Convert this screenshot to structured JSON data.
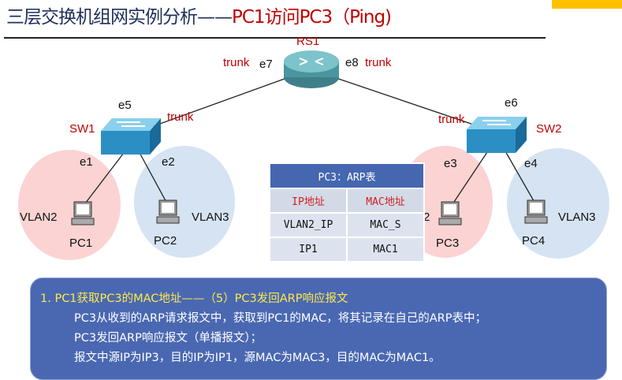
{
  "title": {
    "main": "三层交换机组网实例分析——",
    "highlight": "PC1访问PC3（Ping)"
  },
  "devices": {
    "router": "RS1",
    "sw1": "SW1",
    "sw2": "SW2",
    "pc1": "PC1",
    "pc2": "PC2",
    "pc3": "PC3",
    "pc4": "PC4"
  },
  "ports": {
    "e1": "e1",
    "e2": "e2",
    "e3": "e3",
    "e4": "e4",
    "e5": "e5",
    "e6": "e6",
    "e7": "e7",
    "e8": "e8"
  },
  "links": {
    "trunk": "trunk"
  },
  "vlans": {
    "left_pc1": "VLAN2",
    "left_pc2": "VLAN3",
    "right_pc3_partial": "2",
    "right_pc4": "VLAN3"
  },
  "arp_table": {
    "title": "PC3：ARP表",
    "headers": [
      "IP地址",
      "MAC地址"
    ],
    "rows": [
      [
        "VLAN2_IP",
        "MAC_S"
      ],
      [
        "IP1",
        "MAC1"
      ]
    ]
  },
  "note": {
    "heading": "1.  PC1获取PC3的MAC地址——（5）PC3发回ARP响应报文",
    "lines": [
      "PC3从收到的ARP请求报文中，获取到PC1的MAC，将其记录在自己的ARP表中；",
      "PC3发回ARP响应报文（单播报文）；",
      "报文中源IP为IP3，目的IP为IP1，源MAC为MAC3，目的MAC为MAC1。"
    ]
  }
}
